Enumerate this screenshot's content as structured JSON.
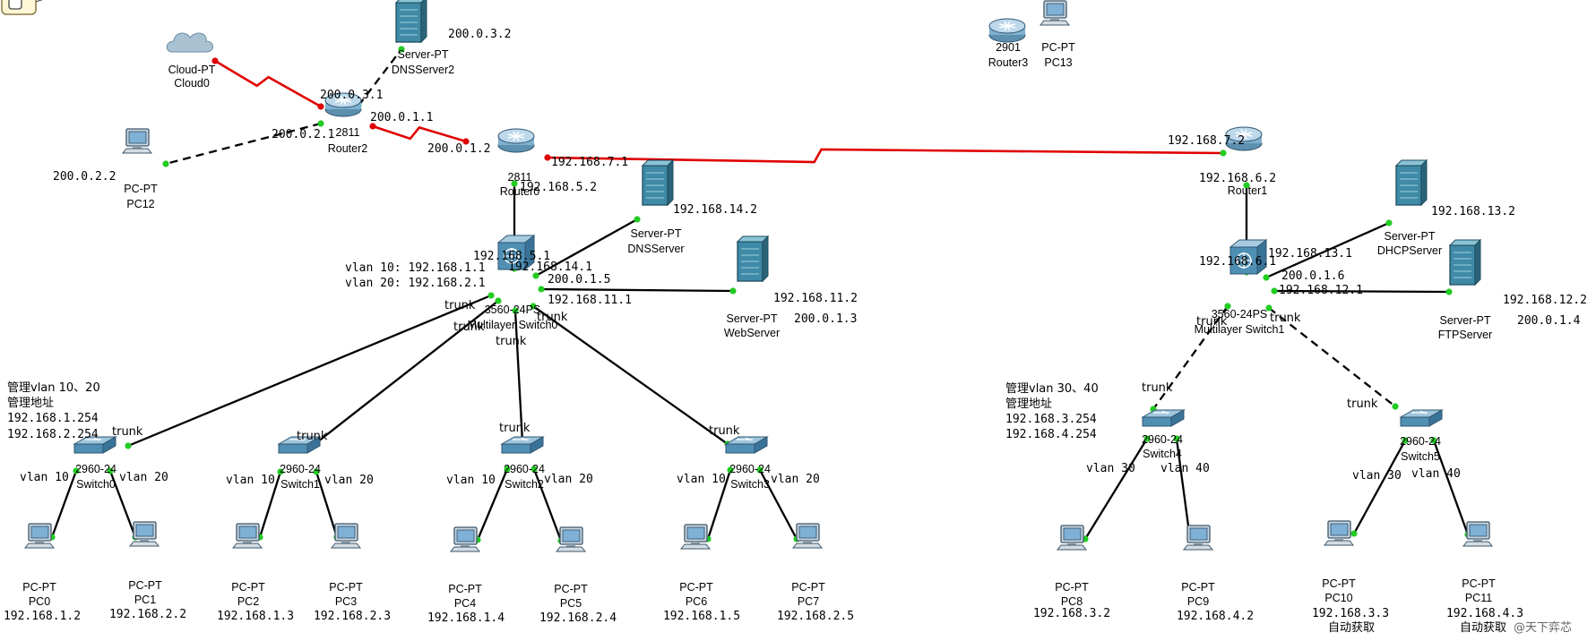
{
  "colors": {
    "link": "#000000",
    "serial": "#e00000",
    "port_up": "#22cc22",
    "port_serial": "#e00000"
  },
  "watermark": "@天下弈芯",
  "devices": [
    {
      "id": "cloud0",
      "type": "cloud",
      "model": "Cloud-PT",
      "name": "Cloud0"
    },
    {
      "id": "dnsserver2",
      "type": "server",
      "model": "Server-PT",
      "name": "DNSServer2"
    },
    {
      "id": "router2",
      "type": "router",
      "model": "2811",
      "name": "Router2"
    },
    {
      "id": "pc12",
      "type": "pc",
      "model": "PC-PT",
      "name": "PC12"
    },
    {
      "id": "router0",
      "type": "router",
      "model": "2811",
      "name": "Router0"
    },
    {
      "id": "router3",
      "type": "router",
      "model": "2901",
      "name": "Router3"
    },
    {
      "id": "pc13",
      "type": "pc",
      "model": "PC-PT",
      "name": "PC13"
    },
    {
      "id": "router1",
      "type": "router",
      "model": "",
      "name": "Router1"
    },
    {
      "id": "dnsserver",
      "type": "server",
      "model": "Server-PT",
      "name": "DNSServer"
    },
    {
      "id": "webserver",
      "type": "server",
      "model": "Server-PT",
      "name": "WebServer"
    },
    {
      "id": "mls0",
      "type": "mlswitch",
      "model": "3560-24PS",
      "name": "Multilayer Switch0"
    },
    {
      "id": "dhcpserver",
      "type": "server",
      "model": "Server-PT",
      "name": "DHCPServer"
    },
    {
      "id": "ftpserver",
      "type": "server",
      "model": "Server-PT",
      "name": "FTPServer"
    },
    {
      "id": "mls1",
      "type": "mlswitch",
      "model": "3560-24PS",
      "name": "Multilayer Switch1"
    },
    {
      "id": "switch0",
      "type": "switch",
      "model": "2960-24",
      "name": "Switch0"
    },
    {
      "id": "switch1",
      "type": "switch",
      "model": "2960-24",
      "name": "Switch1"
    },
    {
      "id": "switch2",
      "type": "switch",
      "model": "2960-24",
      "name": "Switch2"
    },
    {
      "id": "switch3",
      "type": "switch",
      "model": "2960-24",
      "name": "Switch3"
    },
    {
      "id": "switch4",
      "type": "switch",
      "model": "2960-24",
      "name": "Switch4"
    },
    {
      "id": "switch5",
      "type": "switch",
      "model": "2960-24",
      "name": "Switch5"
    },
    {
      "id": "pc0",
      "type": "pc",
      "model": "PC-PT",
      "name": "PC0",
      "ip": "192.168.1.2"
    },
    {
      "id": "pc1",
      "type": "pc",
      "model": "PC-PT",
      "name": "PC1",
      "ip": "192.168.2.2"
    },
    {
      "id": "pc2",
      "type": "pc",
      "model": "PC-PT",
      "name": "PC2",
      "ip": "192.168.1.3"
    },
    {
      "id": "pc3",
      "type": "pc",
      "model": "PC-PT",
      "name": "PC3",
      "ip": "192.168.2.3"
    },
    {
      "id": "pc4",
      "type": "pc",
      "model": "PC-PT",
      "name": "PC4",
      "ip": "192.168.1.4"
    },
    {
      "id": "pc5",
      "type": "pc",
      "model": "PC-PT",
      "name": "PC5",
      "ip": "192.168.2.4"
    },
    {
      "id": "pc6",
      "type": "pc",
      "model": "PC-PT",
      "name": "PC6",
      "ip": "192.168.1.5"
    },
    {
      "id": "pc7",
      "type": "pc",
      "model": "PC-PT",
      "name": "PC7",
      "ip": "192.168.2.5"
    },
    {
      "id": "pc8",
      "type": "pc",
      "model": "PC-PT",
      "name": "PC8",
      "ip": "192.168.3.2"
    },
    {
      "id": "pc9",
      "type": "pc",
      "model": "PC-PT",
      "name": "PC9",
      "ip": "192.168.4.2"
    },
    {
      "id": "pc10",
      "type": "pc",
      "model": "PC-PT",
      "name": "PC10",
      "ip": "192.168.3.3",
      "note": "自动获取"
    },
    {
      "id": "pc11",
      "type": "pc",
      "model": "PC-PT",
      "name": "PC11",
      "ip": "192.168.4.3",
      "note": "自动获取"
    }
  ],
  "links": [
    {
      "a": "cloud0",
      "b": "router2",
      "kind": "serial"
    },
    {
      "a": "router2",
      "b": "router0",
      "kind": "serial"
    },
    {
      "a": "router0",
      "b": "router1",
      "kind": "serial"
    },
    {
      "a": "router2",
      "b": "dnsserver2",
      "kind": "crossover"
    },
    {
      "a": "router2",
      "b": "pc12",
      "kind": "crossover"
    },
    {
      "a": "router0",
      "b": "mls0",
      "kind": "straight"
    },
    {
      "a": "mls0",
      "b": "dnsserver",
      "kind": "straight"
    },
    {
      "a": "mls0",
      "b": "webserver",
      "kind": "straight"
    },
    {
      "a": "mls0",
      "b": "switch0",
      "kind": "straight"
    },
    {
      "a": "mls0",
      "b": "switch1",
      "kind": "straight"
    },
    {
      "a": "mls0",
      "b": "switch2",
      "kind": "straight"
    },
    {
      "a": "mls0",
      "b": "switch3",
      "kind": "straight"
    },
    {
      "a": "router1",
      "b": "mls1",
      "kind": "straight"
    },
    {
      "a": "mls1",
      "b": "dhcpserver",
      "kind": "straight"
    },
    {
      "a": "mls1",
      "b": "ftpserver",
      "kind": "straight"
    },
    {
      "a": "mls1",
      "b": "switch4",
      "kind": "crossover"
    },
    {
      "a": "mls1",
      "b": "switch5",
      "kind": "crossover"
    },
    {
      "a": "switch0",
      "b": "pc0",
      "kind": "straight"
    },
    {
      "a": "switch0",
      "b": "pc1",
      "kind": "straight"
    },
    {
      "a": "switch1",
      "b": "pc2",
      "kind": "straight"
    },
    {
      "a": "switch1",
      "b": "pc3",
      "kind": "straight"
    },
    {
      "a": "switch2",
      "b": "pc4",
      "kind": "straight"
    },
    {
      "a": "switch2",
      "b": "pc5",
      "kind": "straight"
    },
    {
      "a": "switch3",
      "b": "pc6",
      "kind": "straight"
    },
    {
      "a": "switch3",
      "b": "pc7",
      "kind": "straight"
    },
    {
      "a": "switch4",
      "b": "pc8",
      "kind": "straight"
    },
    {
      "a": "switch4",
      "b": "pc9",
      "kind": "straight"
    },
    {
      "a": "switch5",
      "b": "pc10",
      "kind": "straight"
    },
    {
      "a": "switch5",
      "b": "pc11",
      "kind": "straight"
    }
  ],
  "labels": [
    {
      "id": "r2-dns2-ip",
      "text": "200.0.3.2"
    },
    {
      "id": "r2-ip-top",
      "text": "200.0.3.1"
    },
    {
      "id": "r2-ip-right",
      "text": "200.0.1.1"
    },
    {
      "id": "r2-ip-left",
      "text": "200.0.2.1"
    },
    {
      "id": "pc12-ip",
      "text": "200.0.2.2"
    },
    {
      "id": "r0-ip-left",
      "text": "200.0.1.2"
    },
    {
      "id": "r0-ip-right",
      "text": "192.168.7.1"
    },
    {
      "id": "r0-ip-down",
      "text": "192.168.5.2"
    },
    {
      "id": "dnsserver-ip",
      "text": "192.168.14.2"
    },
    {
      "id": "mls0-ip-up",
      "text": "192.168.5.1"
    },
    {
      "id": "mls0-ip-dns",
      "text": "192.168.14.1"
    },
    {
      "id": "mls0-vlan10",
      "text": "vlan 10: 192.168.1.1"
    },
    {
      "id": "mls0-vlan20",
      "text": "vlan 20: 192.168.2.1"
    },
    {
      "id": "mls0-ip-pub",
      "text": "200.0.1.5"
    },
    {
      "id": "mls0-ip-web",
      "text": "192.168.11.1"
    },
    {
      "id": "webserver-ip",
      "text": "192.168.11.2"
    },
    {
      "id": "webserver-pub",
      "text": "200.0.1.3"
    },
    {
      "id": "mls0-trunk-a",
      "text": "trunk"
    },
    {
      "id": "mls0-trunk-b",
      "text": "trunk"
    },
    {
      "id": "mls0-trunk-c",
      "text": "trunk"
    },
    {
      "id": "mls0-trunk-d",
      "text": "trunk"
    },
    {
      "id": "r1-ip-left",
      "text": "192.168.7.2"
    },
    {
      "id": "r1-ip-down",
      "text": "192.168.6.2"
    },
    {
      "id": "dhcpserver-ip",
      "text": "192.168.13.2"
    },
    {
      "id": "mls1-ip-dhcp",
      "text": "192.168.13.1"
    },
    {
      "id": "mls1-ip-up",
      "text": "192.168.6.1"
    },
    {
      "id": "mls1-ip-pub",
      "text": "200.0.1.6"
    },
    {
      "id": "mls1-ip-ftp",
      "text": "192.168.12.1"
    },
    {
      "id": "ftpserver-ip",
      "text": "192.168.12.2"
    },
    {
      "id": "ftpserver-pub",
      "text": "200.0.1.4"
    },
    {
      "id": "mls1-trunk-a",
      "text": "trunk"
    },
    {
      "id": "mls1-trunk-b",
      "text": "trunk"
    },
    {
      "id": "sw0-trunk",
      "text": "trunk"
    },
    {
      "id": "sw1-trunk",
      "text": "trunk"
    },
    {
      "id": "sw2-trunk",
      "text": "trunk"
    },
    {
      "id": "sw3-trunk",
      "text": "trunk"
    },
    {
      "id": "sw4-trunk",
      "text": "trunk"
    },
    {
      "id": "sw5-trunk",
      "text": "trunk"
    },
    {
      "id": "sw0-v10",
      "text": "vlan 10"
    },
    {
      "id": "sw0-v20",
      "text": "vlan 20"
    },
    {
      "id": "sw1-v10",
      "text": "vlan 10"
    },
    {
      "id": "sw1-v20",
      "text": "vlan 20"
    },
    {
      "id": "sw2-v10",
      "text": "vlan 10"
    },
    {
      "id": "sw2-v20",
      "text": "vlan 20"
    },
    {
      "id": "sw3-v10",
      "text": "vlan 10"
    },
    {
      "id": "sw3-v20",
      "text": "vlan 20"
    },
    {
      "id": "sw4-v30",
      "text": "vlan 30"
    },
    {
      "id": "sw4-v40",
      "text": "vlan 40"
    },
    {
      "id": "sw5-v30",
      "text": "vlan 30"
    },
    {
      "id": "sw5-v40",
      "text": "vlan 40"
    },
    {
      "id": "mgmt-left-1",
      "text": "管理vlan 10、20"
    },
    {
      "id": "mgmt-left-2",
      "text": "管理地址"
    },
    {
      "id": "mgmt-left-3",
      "text": "192.168.1.254"
    },
    {
      "id": "mgmt-left-4",
      "text": "192.168.2.254"
    },
    {
      "id": "mgmt-right-1",
      "text": "管理vlan 30、40"
    },
    {
      "id": "mgmt-right-2",
      "text": "管理地址"
    },
    {
      "id": "mgmt-right-3",
      "text": "192.168.3.254"
    },
    {
      "id": "mgmt-right-4",
      "text": "192.168.4.254"
    }
  ]
}
